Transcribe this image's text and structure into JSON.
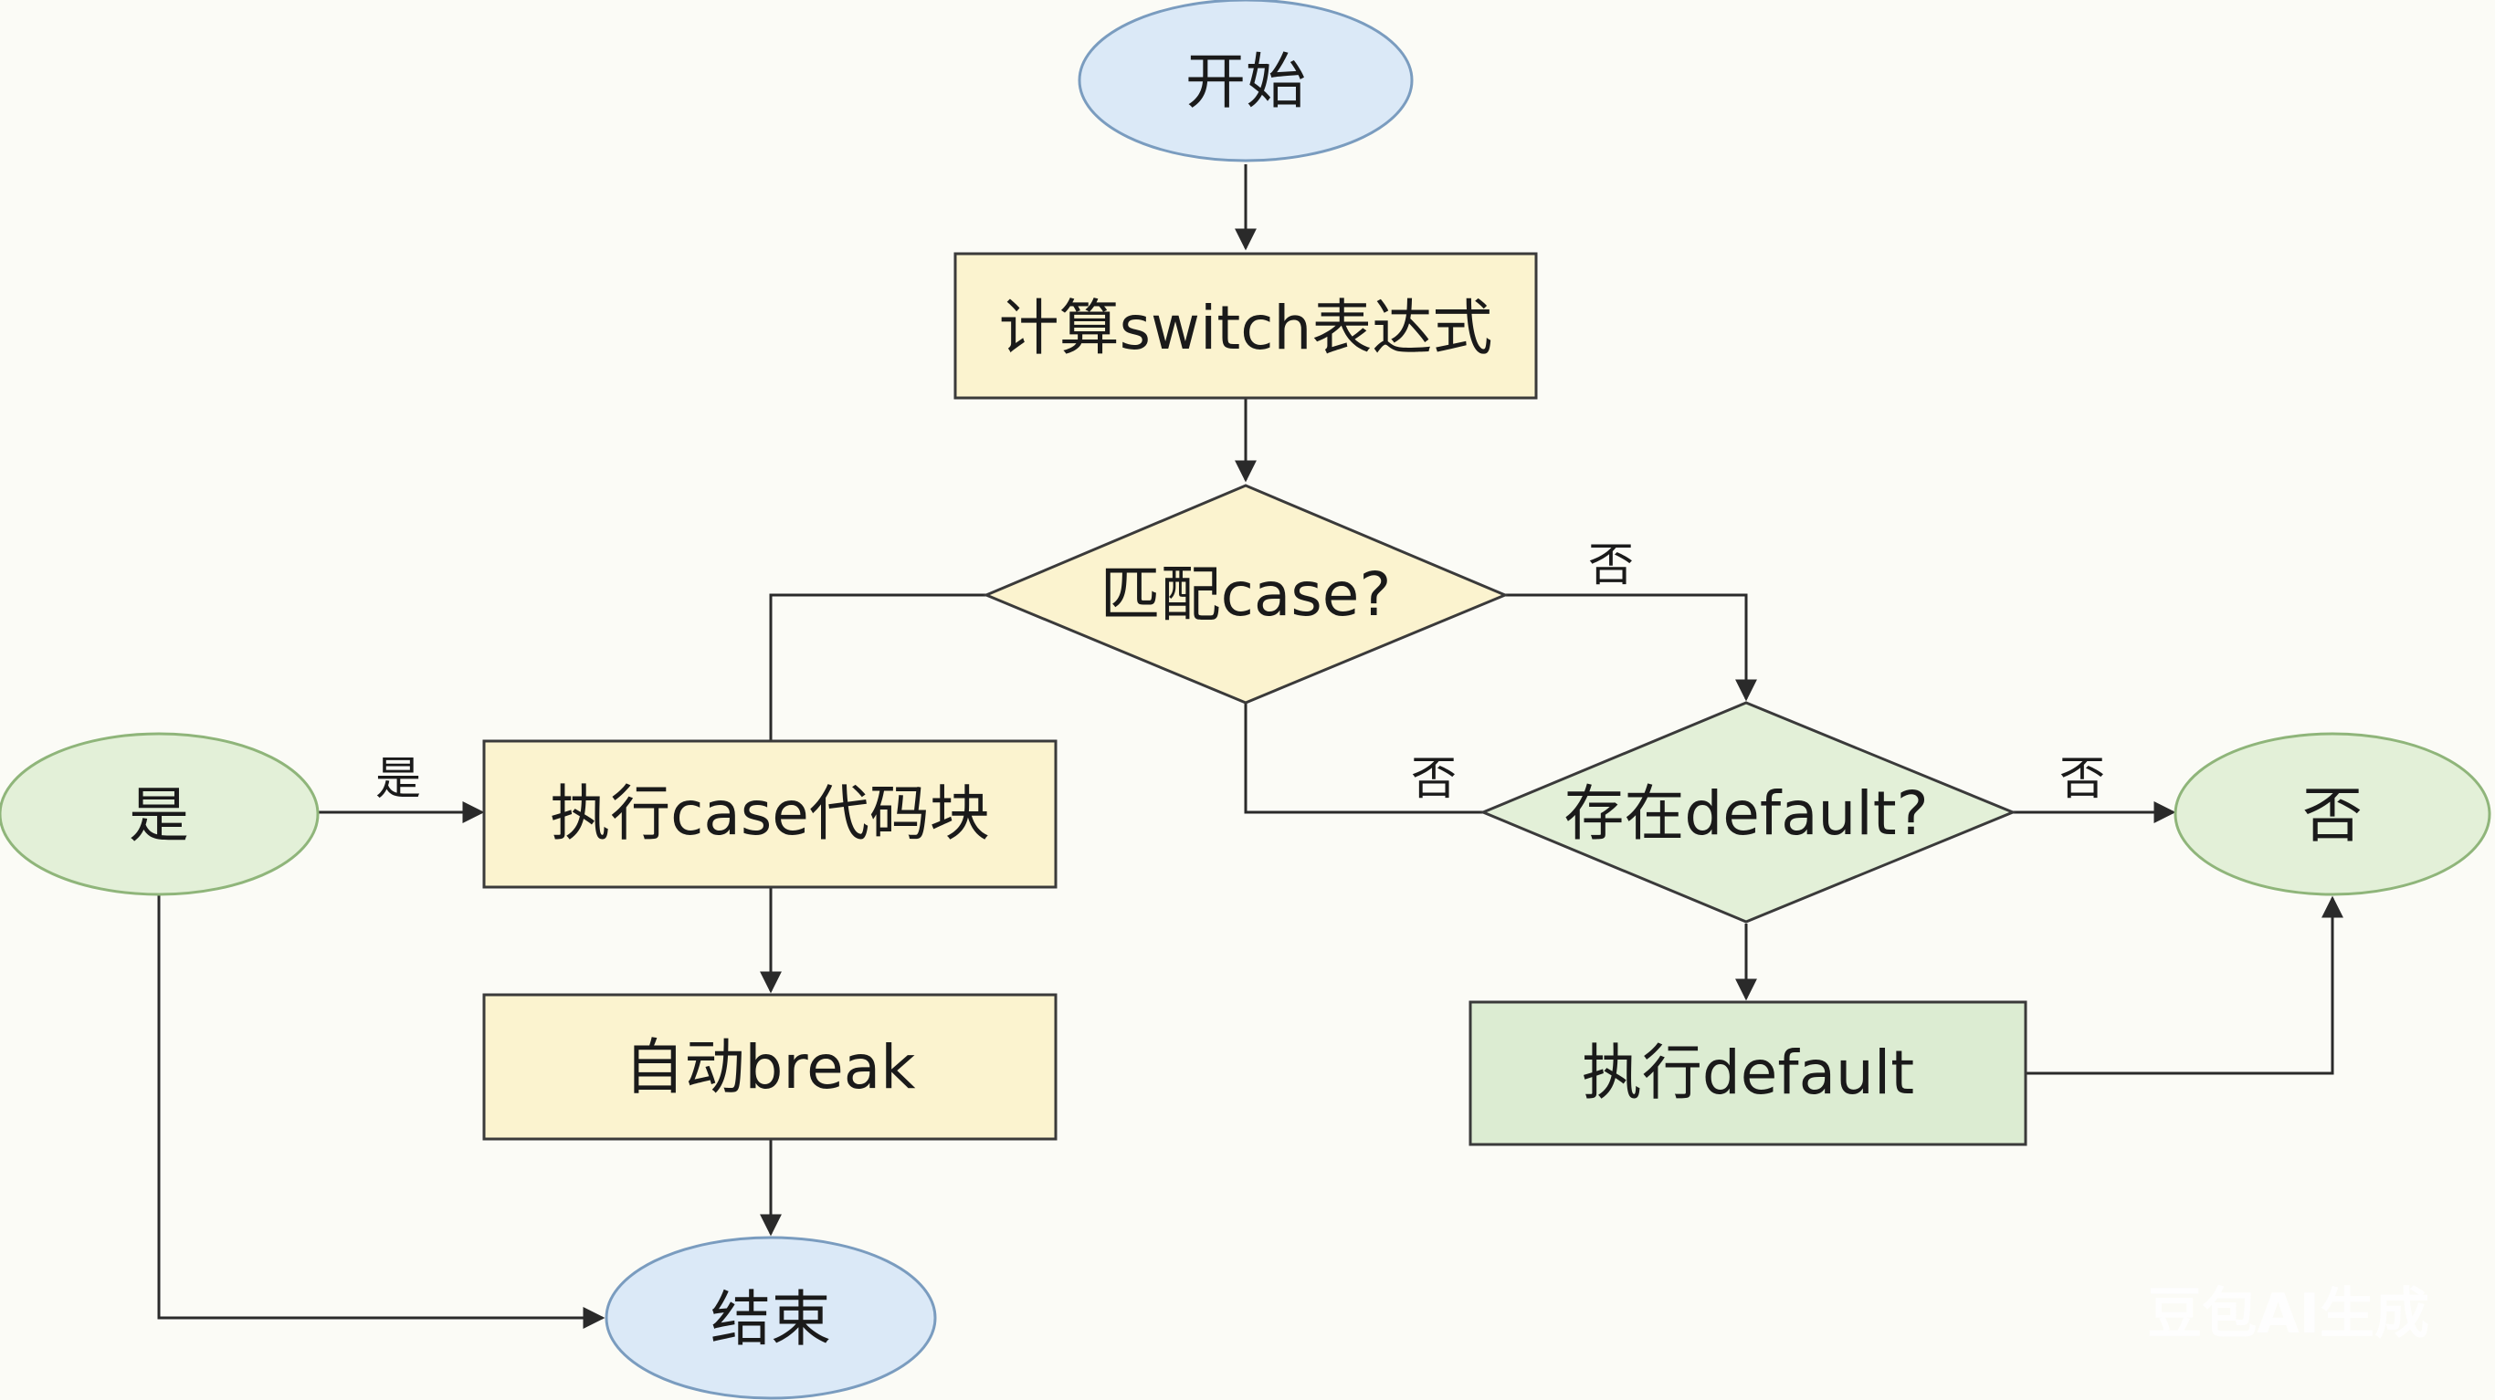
{
  "nodes": {
    "start": {
      "label": "开始",
      "shape": "ellipse",
      "fill": "#dbe9f7",
      "stroke": "#7a9cbf"
    },
    "compute": {
      "label": "计算switch表达式",
      "shape": "rect",
      "fill": "#fbf3cf",
      "stroke": "#3a3a3a"
    },
    "match": {
      "label": "匹配case?",
      "shape": "diamond",
      "fill": "#fbf3cf",
      "stroke": "#3a3a3a"
    },
    "exec_case": {
      "label": "执行case代码块",
      "shape": "rect",
      "fill": "#fbf3cf",
      "stroke": "#3a3a3a"
    },
    "auto_break": {
      "label": "自动break",
      "shape": "rect",
      "fill": "#fbf3cf",
      "stroke": "#3a3a3a"
    },
    "end": {
      "label": "结束",
      "shape": "ellipse",
      "fill": "#dbe9f7",
      "stroke": "#7a9cbf"
    },
    "yes_node": {
      "label": "是",
      "shape": "ellipse",
      "fill": "#e3f0d8",
      "stroke": "#8fb57a"
    },
    "has_default": {
      "label": "存在default?",
      "shape": "diamond",
      "fill": "#e3f0d8",
      "stroke": "#3a3a3a"
    },
    "no_node": {
      "label": "否",
      "shape": "ellipse",
      "fill": "#e3f0d8",
      "stroke": "#8fb57a"
    },
    "exec_default": {
      "label": "执行default",
      "shape": "rect",
      "fill": "#dcecd2",
      "stroke": "#3a3a3a"
    }
  },
  "edge_labels": {
    "match_no": "否",
    "yes_to_exec": "是",
    "match_to_default_no": "否",
    "default_no": "否"
  },
  "watermark": "豆包AI生成",
  "colors": {
    "line": "#2a2a2a",
    "background": "#fbfbf6"
  }
}
